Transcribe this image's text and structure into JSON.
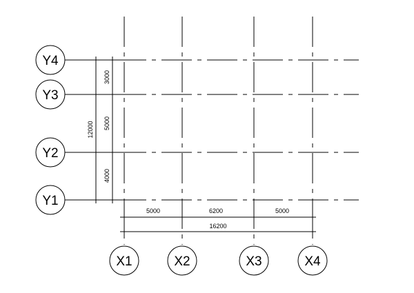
{
  "axes_x": [
    {
      "label": "X1"
    },
    {
      "label": "X2"
    },
    {
      "label": "X3"
    },
    {
      "label": "X4"
    }
  ],
  "axes_y": [
    {
      "label": "Y1"
    },
    {
      "label": "Y2"
    },
    {
      "label": "Y3"
    },
    {
      "label": "Y4"
    }
  ],
  "dimensions_x": {
    "spans": [
      "5000",
      "6200",
      "5000"
    ],
    "total": "16200"
  },
  "dimensions_y": {
    "spans": [
      "4000",
      "5000",
      "3000"
    ],
    "total": "12000"
  }
}
